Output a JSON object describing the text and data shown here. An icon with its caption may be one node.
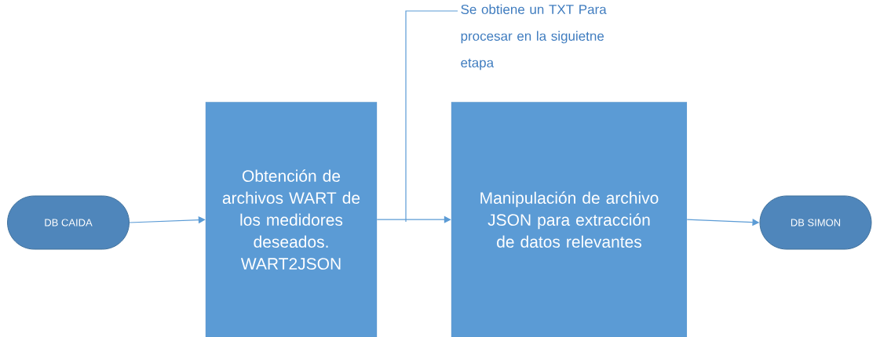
{
  "diagram": {
    "nodes": [
      {
        "text": [
          "DB CAIDA"
        ]
      },
      {
        "text": [
          "Obtención de archivos WART de los medidores deseados. WART2JSON"
        ]
      },
      {
        "text": [
          "Manipulación de archivo JSON para extracción de datos relevantes"
        ]
      },
      {
        "text": [
          "DB SIMON"
        ]
      },
      {
        "text": [
          "Se obtiene un TXT Para procesar en la siguietne etapa"
        ]
      }
    ],
    "edges": [
      {
        "from": 0,
        "to": 1,
        "arrow": "to"
      },
      {
        "from": 1,
        "to": 2,
        "arrow": "to"
      },
      {
        "from": 2,
        "to": 3,
        "arrow": "to"
      },
      {
        "from": 4,
        "to": null,
        "arrow": "none"
      }
    ]
  }
}
